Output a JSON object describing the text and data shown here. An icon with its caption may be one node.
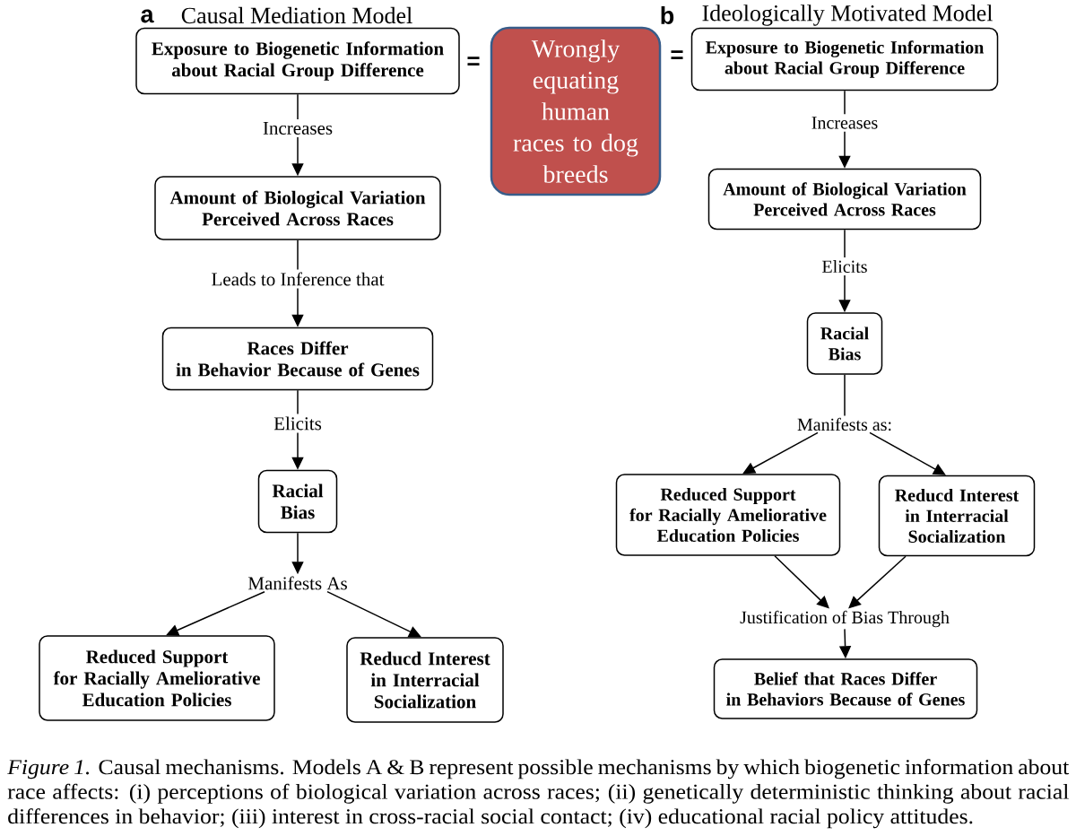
{
  "diagram": {
    "caption": "*Figure 1.* Causal mechanisms. Models A & B represent possible mechanisms by which biogenetic information about race affects: (i) perceptions of biological variation across races; (ii) genetically deterministic thinking about racial differences in behavior; (iii) interest in cross-racial social contact; (iv) educational racial policy attitudes.",
    "nodes": [
      {
        "text": [
          "Exposure to Biogenetic Information about Racial Group Difference"
        ]
      },
      {
        "text": [
          "Amount of Biological Variation Perceived Across Races"
        ]
      },
      {
        "text": [
          "Races Differ in Behavior Because of Genes"
        ]
      },
      {
        "text": [
          "Racial Bias"
        ]
      },
      {
        "text": [
          "Manifests As"
        ]
      },
      {
        "text": [
          "Reduced Support for Racially Ameliorative Education Policies"
        ]
      },
      {
        "text": [
          "Reducd Interest in Interracial Socialization"
        ]
      },
      {
        "text": [
          "Wrongly equating human races to dog breeds"
        ]
      },
      {
        "text": [
          "Exposure to Biogenetic Information about Racial Group Difference"
        ]
      },
      {
        "text": [
          "Amount of Biological Variation Perceived Across Races"
        ]
      },
      {
        "text": [
          "Racial Bias"
        ]
      },
      {
        "text": [
          "Manifests as:"
        ]
      },
      {
        "text": [
          "Reduced Support for Racially Ameliorative Education Policies"
        ]
      },
      {
        "text": [
          "Reducd Interest in Interracial Socialization"
        ]
      },
      {
        "text": [
          "Justification of Bias Through"
        ]
      },
      {
        "text": [
          "Belief that Races Differ in Behaviors Because of Genes"
        ]
      }
    ],
    "edges": [
      {
        "from": 0,
        "to": 1,
        "arrow": "to",
        "label": "Increases"
      },
      {
        "from": 1,
        "to": 2,
        "arrow": "to",
        "label": "Leads to Inference that"
      },
      {
        "from": 2,
        "to": 3,
        "arrow": "to",
        "label": "Elicits"
      },
      {
        "from": 3,
        "to": 4,
        "arrow": "to"
      },
      {
        "from": 4,
        "to": 5,
        "arrow": "to"
      },
      {
        "from": 4,
        "to": 6,
        "arrow": "to"
      },
      {
        "from": 8,
        "to": 9,
        "arrow": "to",
        "label": "Increases"
      },
      {
        "from": 9,
        "to": 10,
        "arrow": "to",
        "label": "Elicits"
      },
      {
        "from": 10,
        "to": 11,
        "arrow": "none"
      },
      {
        "from": 11,
        "to": 12,
        "arrow": "to"
      },
      {
        "from": 11,
        "to": 13,
        "arrow": "to"
      },
      {
        "from": 12,
        "to": 14,
        "arrow": "to"
      },
      {
        "from": 13,
        "to": 14,
        "arrow": "to"
      },
      {
        "from": 14,
        "to": 15,
        "arrow": "to"
      }
    ],
    "labels": [
      "a",
      "Causal Mediation Model",
      "b",
      "Ideologically Motivated Model",
      "=",
      "="
    ]
  }
}
